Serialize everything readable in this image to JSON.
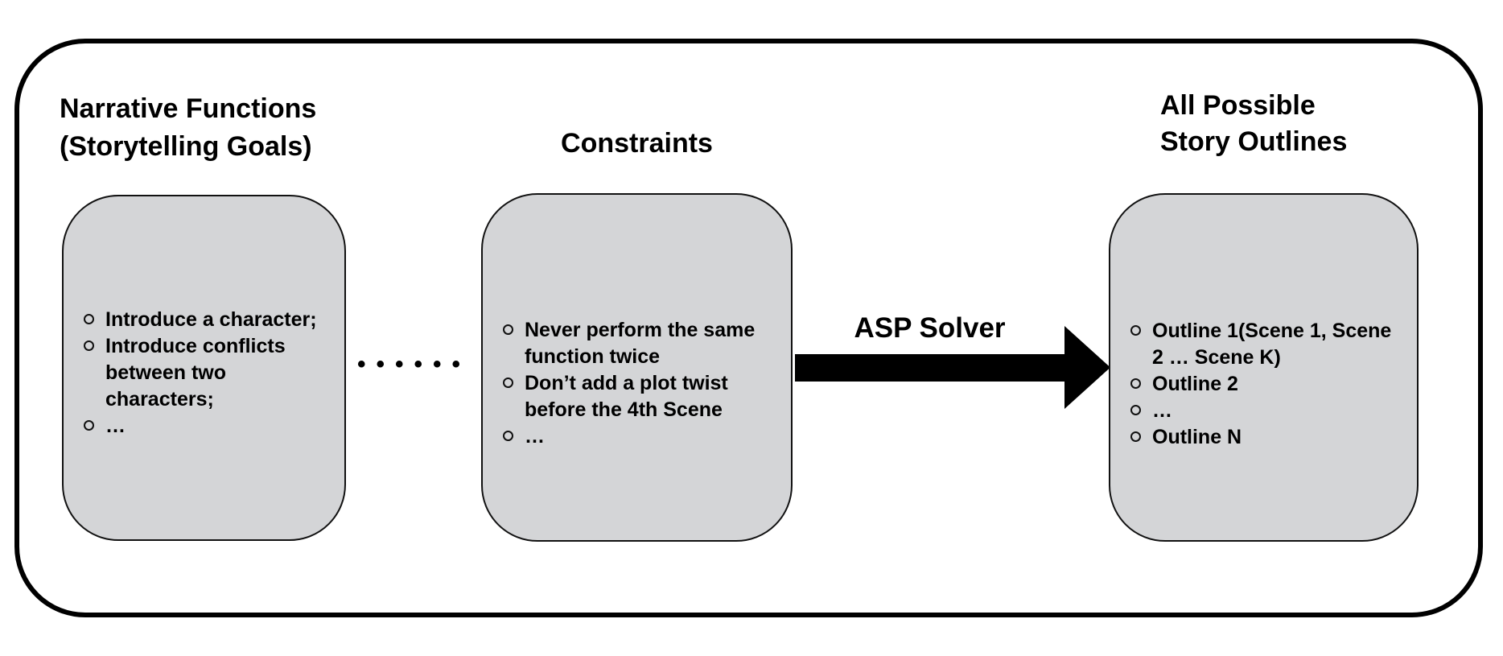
{
  "diagram": {
    "left_panel": {
      "title": "Narrative Functions\n(Storytelling Goals)",
      "items": [
        "Introduce a character;",
        "Introduce conflicts\nbetween two\ncharacters;",
        "…"
      ]
    },
    "middle_panel": {
      "title": "Constraints",
      "items": [
        "Never perform the same\nfunction twice",
        "Don’t add a plot twist\nbefore the 4th Scene",
        "…"
      ]
    },
    "right_panel": {
      "title": "All Possible\nStory Outlines",
      "items": [
        "Outline 1(Scene 1, Scene\n2 … Scene K)",
        "Outline 2",
        "…",
        "Outline N"
      ]
    },
    "separator": {
      "dots": "••••••"
    },
    "arrow": {
      "label": "ASP Solver",
      "direction": "right"
    },
    "colors": {
      "background": "#ffffff",
      "box_fill": "#d4d5d7",
      "box_border": "#111111",
      "outer_border": "#000000",
      "arrow_fill": "#000000",
      "text": "#000000"
    }
  }
}
